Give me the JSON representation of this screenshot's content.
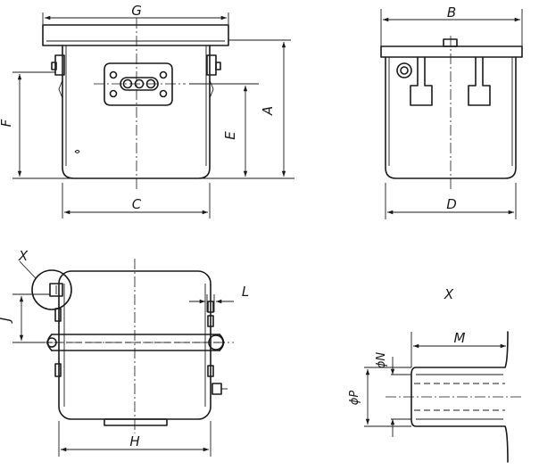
{
  "labels": {
    "G": "G",
    "A": "A",
    "F": "F",
    "E": "E",
    "C": "C",
    "B": "B",
    "D": "D",
    "X": "X",
    "L": "L",
    "J": "J",
    "H": "H",
    "detail_title": "X",
    "M": "M",
    "N": "ϕN",
    "P": "ϕP"
  }
}
